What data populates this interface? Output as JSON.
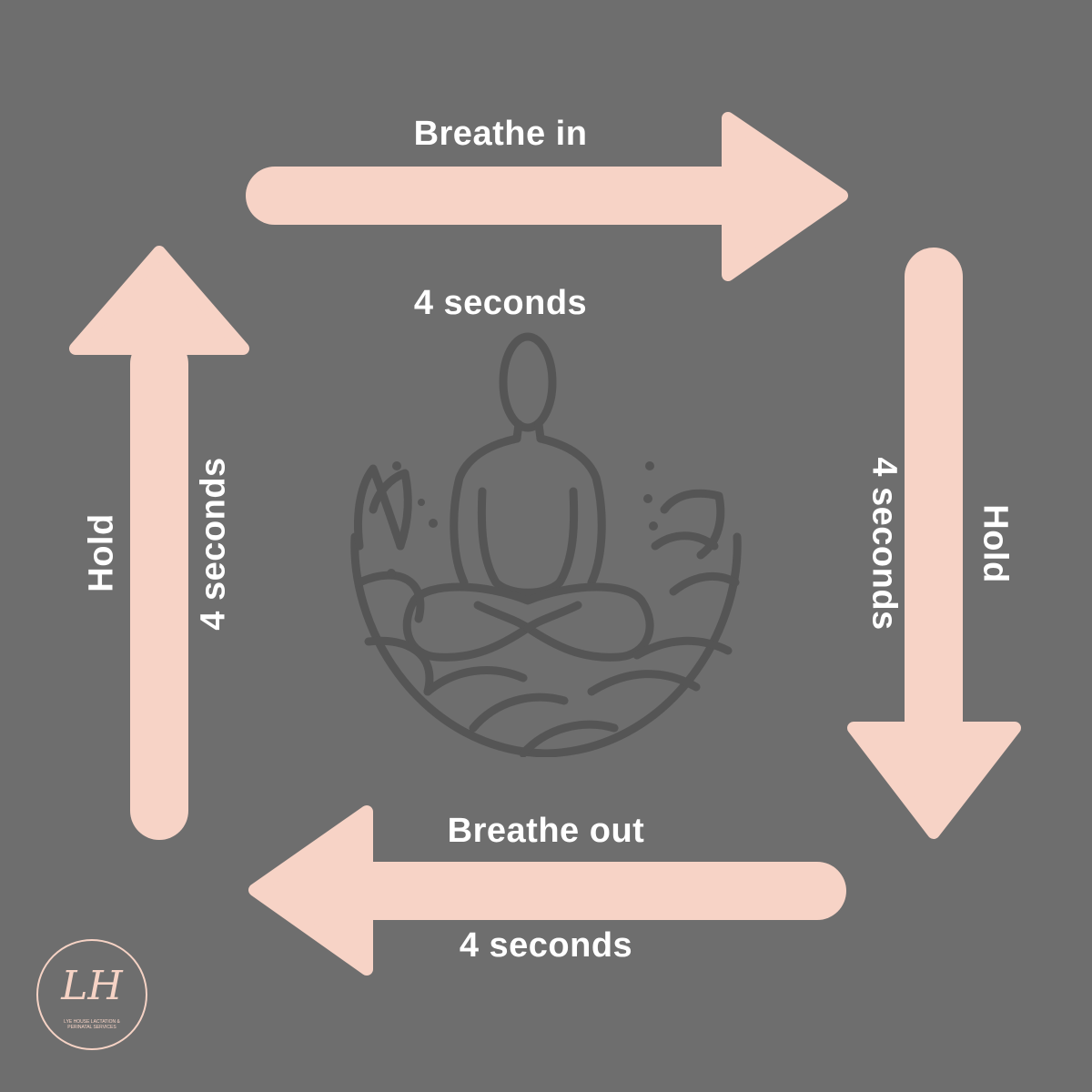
{
  "colors": {
    "background": "#6e6e6e",
    "arrow": "#f7d3c6",
    "text": "#ffffff",
    "figure_stroke": "#555555",
    "logo": "#f6d3c5"
  },
  "steps": {
    "top": {
      "label": "Breathe in",
      "direction": "right"
    },
    "center": {
      "label": "4 seconds"
    },
    "right": {
      "hold": "Hold",
      "duration": "4 seconds",
      "direction": "down"
    },
    "bottom": {
      "label": "Breathe out",
      "duration": "4 seconds",
      "direction": "left"
    },
    "left": {
      "hold": "Hold",
      "duration": "4 seconds",
      "direction": "up"
    }
  },
  "figure": {
    "icon": "meditation-figure-icon"
  },
  "logo": {
    "monogram": "LH",
    "caption": "LYE HOUSE LACTATION & PERINATAL SERVICES"
  }
}
